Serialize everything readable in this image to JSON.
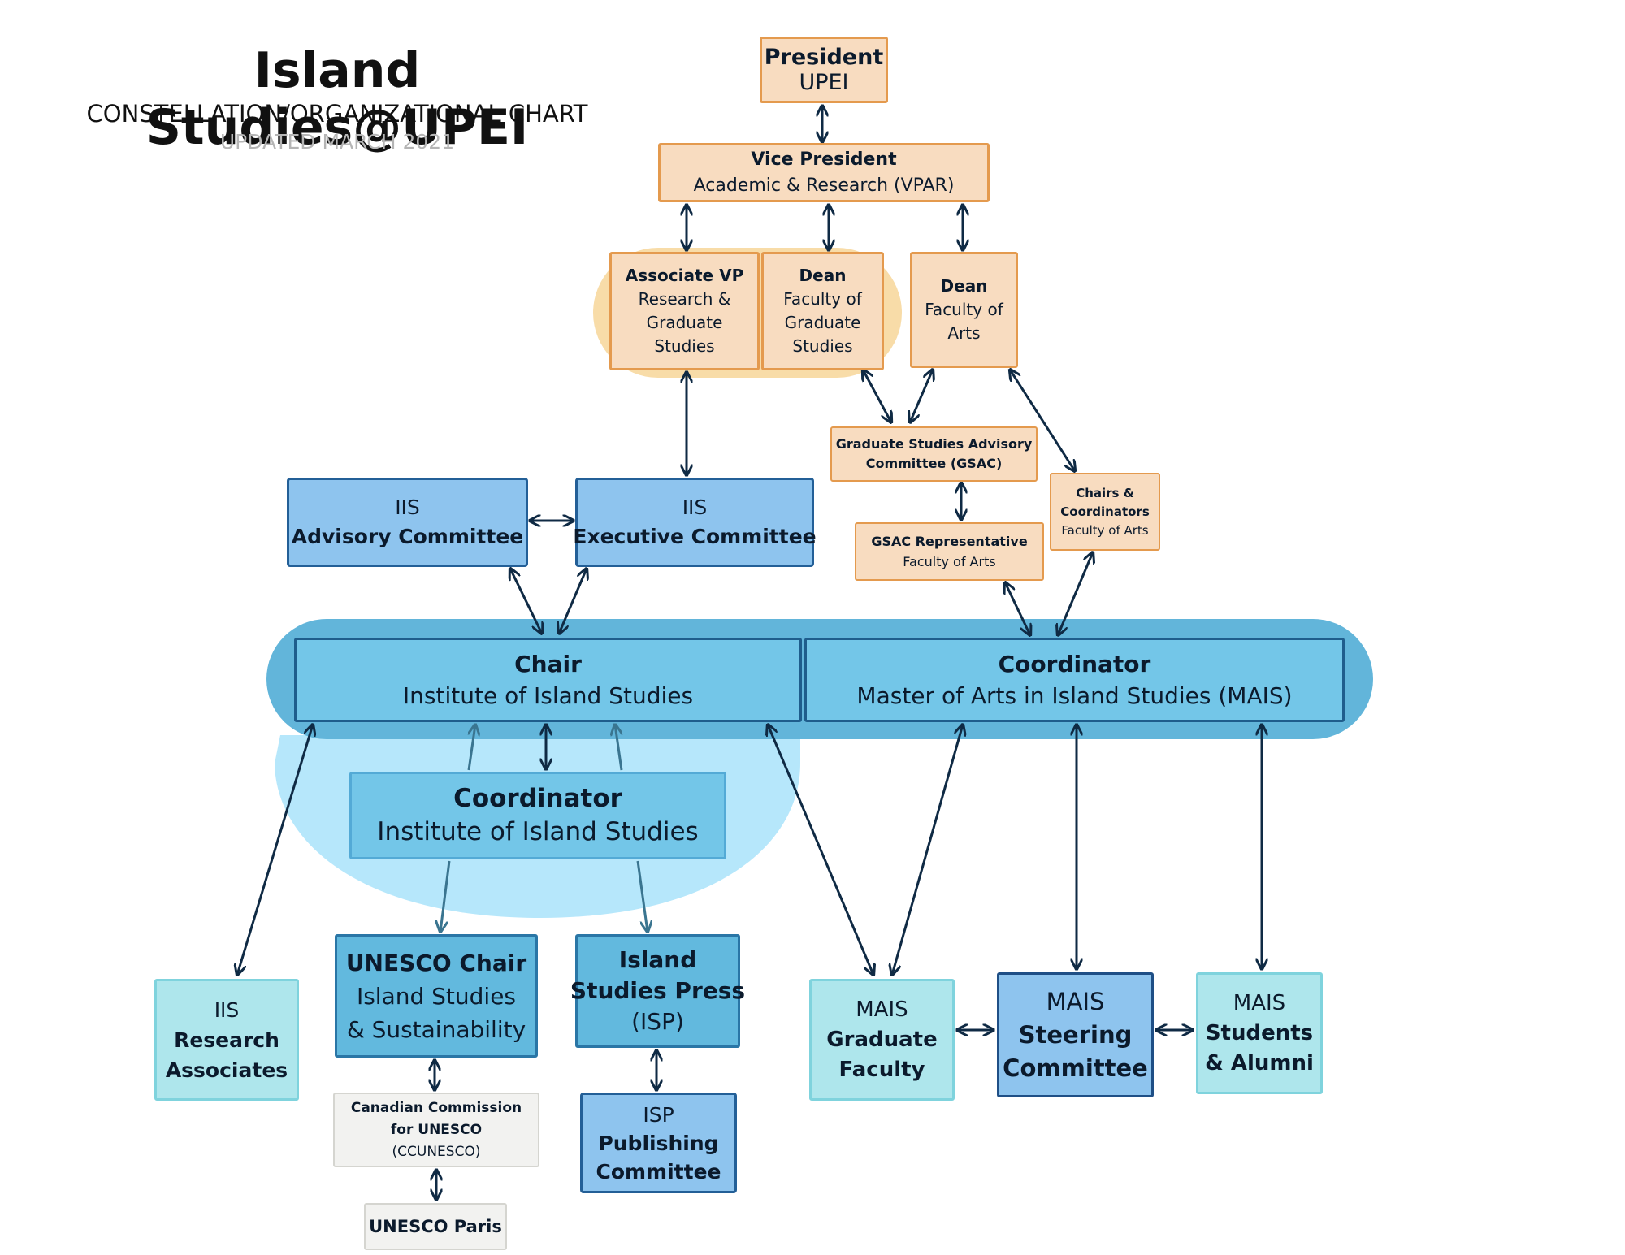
{
  "header": {
    "title": "Island Studies@UPEI",
    "subtitle": "CONSTELLATION/ORGANIZATIONAL CHART",
    "updated": "UPDATED MARCH 2021"
  },
  "colors": {
    "admin_fill": "#f8dcc0",
    "admin_border": "#e49a4e",
    "highlight_glow": "#f8dca8",
    "band_dark": "#62b5da",
    "band_light": "#b6e7fb",
    "connector": "#0f2a44",
    "connector_light": "#3a7590"
  },
  "nodes": {
    "president": {
      "l1": "President",
      "l2": "UPEI"
    },
    "vpar": {
      "l1": "Vice President",
      "l2": "Academic & Research (VPAR)"
    },
    "avp": {
      "l1": "Associate VP",
      "l2": "Research &",
      "l3": "Graduate",
      "l4": "Studies"
    },
    "dean_grad": {
      "l1": "Dean",
      "l2": "Faculty of",
      "l3": "Graduate",
      "l4": "Studies"
    },
    "dean_arts": {
      "l1": "Dean",
      "l2": "Faculty of",
      "l3": "Arts"
    },
    "gsac": {
      "l1": "Graduate Studies Advisory",
      "l2": "Committee (GSAC)"
    },
    "gsac_rep": {
      "l1": "GSAC Representative",
      "l2": "Faculty of Arts"
    },
    "chairs_coord": {
      "l1": "Chairs &",
      "l2": "Coordinators",
      "l3": "Faculty of Arts"
    },
    "iis_advisory": {
      "l1": "IIS",
      "l2": "Advisory Committee"
    },
    "iis_exec": {
      "l1": "IIS",
      "l2": "Executive Committee"
    },
    "chair_iis": {
      "l1": "Chair",
      "l2": "Institute of Island Studies"
    },
    "coord_mais": {
      "l1": "Coordinator",
      "l2": "Master of Arts in Island Studies (MAIS)"
    },
    "coord_iis": {
      "l1": "Coordinator",
      "l2": "Institute of Island Studies"
    },
    "iis_research": {
      "l1": "IIS",
      "l2": "Research",
      "l3": "Associates"
    },
    "unesco_chair": {
      "l1": "UNESCO Chair",
      "l2": "Island Studies",
      "l3": "& Sustainability"
    },
    "isp": {
      "l1": "Island",
      "l2": "Studies Press",
      "l3": "(ISP)"
    },
    "ccunesco": {
      "l1": "Canadian Commission",
      "l2": "for UNESCO",
      "l3": "(CCUNESCO)"
    },
    "unesco_paris": {
      "l1": "UNESCO Paris"
    },
    "isp_pub": {
      "l1": "ISP",
      "l2": "Publishing",
      "l3": "Committee"
    },
    "mais_faculty": {
      "l1": "MAIS",
      "l2": "Graduate",
      "l3": "Faculty"
    },
    "mais_steering": {
      "l1": "MAIS",
      "l2": "Steering",
      "l3": "Committee"
    },
    "mais_students": {
      "l1": "MAIS",
      "l2": "Students",
      "l3": "& Alumni"
    }
  }
}
